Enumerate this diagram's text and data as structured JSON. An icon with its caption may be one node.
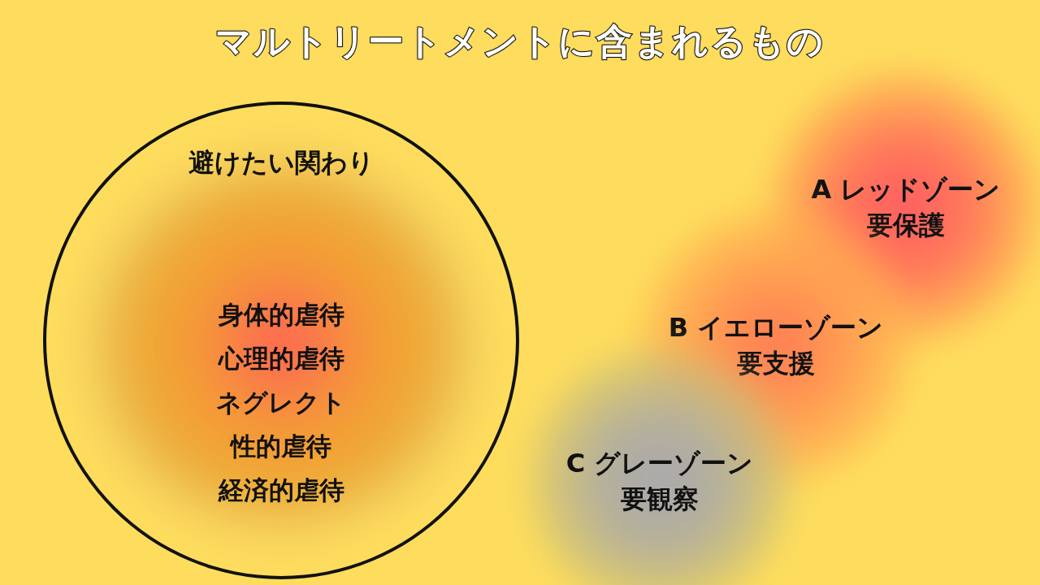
{
  "diagram": {
    "title": "マルトリートメントに含まれるもの",
    "nodes": [
      {
        "text": [
          "避けたい関わり",
          "身体的虐待",
          "心理的虐待",
          "ネグレクト",
          "性的虐待",
          "経済的虐待"
        ]
      },
      {
        "text": [
          "A レッドゾーン",
          "要保護"
        ]
      },
      {
        "text": [
          "B イエローゾーン",
          "要支援"
        ]
      },
      {
        "text": [
          "C グレーゾーン",
          "要観察"
        ]
      }
    ]
  }
}
